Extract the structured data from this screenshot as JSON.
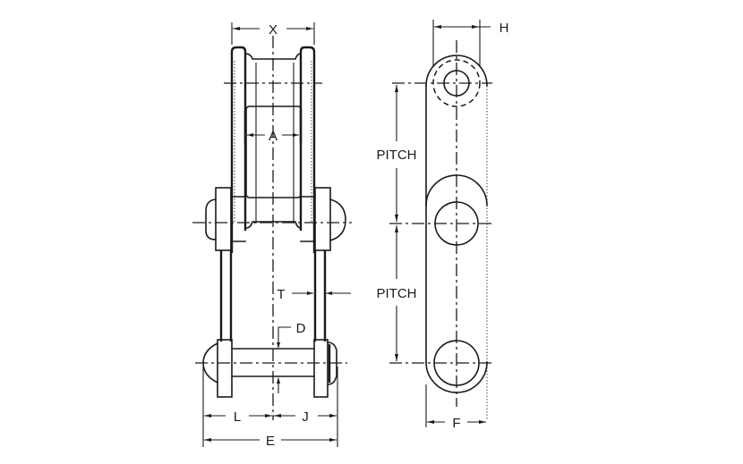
{
  "figure": {
    "title": "Roller chain link dimension diagram",
    "views": [
      "side-view",
      "front-view"
    ]
  },
  "side_view": {
    "labels": {
      "x": "X",
      "a": "A",
      "t": "T",
      "d": "D",
      "l": "L",
      "j": "J",
      "e": "E"
    }
  },
  "front_view": {
    "labels": {
      "h": "H",
      "pitch_upper": "PITCH",
      "pitch_lower": "PITCH",
      "f": "F"
    }
  },
  "colors": {
    "line": "#1a1a1a",
    "background": "#ffffff"
  }
}
